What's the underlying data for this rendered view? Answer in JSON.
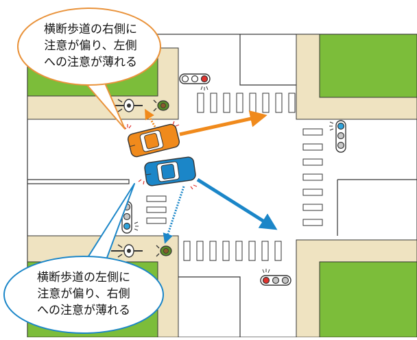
{
  "callout_top": {
    "lines": [
      "横断歩道の右側に",
      "注意が偏り、左側",
      "への注意が薄れる"
    ]
  },
  "callout_bottom": {
    "lines": [
      "横断歩道の左側に",
      "注意が偏り、右側",
      "への注意が薄れる"
    ]
  },
  "colors": {
    "orange_car": "#f08a1c",
    "blue_car": "#1b86c8",
    "grass": "#7cbd3a",
    "sidewalk": "#efe3c1",
    "callout_stroke_top": "#e9923a",
    "callout_stroke_bottom": "#1b86c8",
    "signal_red": "#e0322e",
    "signal_blue": "#2fa4dd"
  },
  "icons": [
    "traffic-signal-icon",
    "cyclist-icon",
    "pedestrian-icon",
    "car-icon",
    "arrow-icon"
  ]
}
